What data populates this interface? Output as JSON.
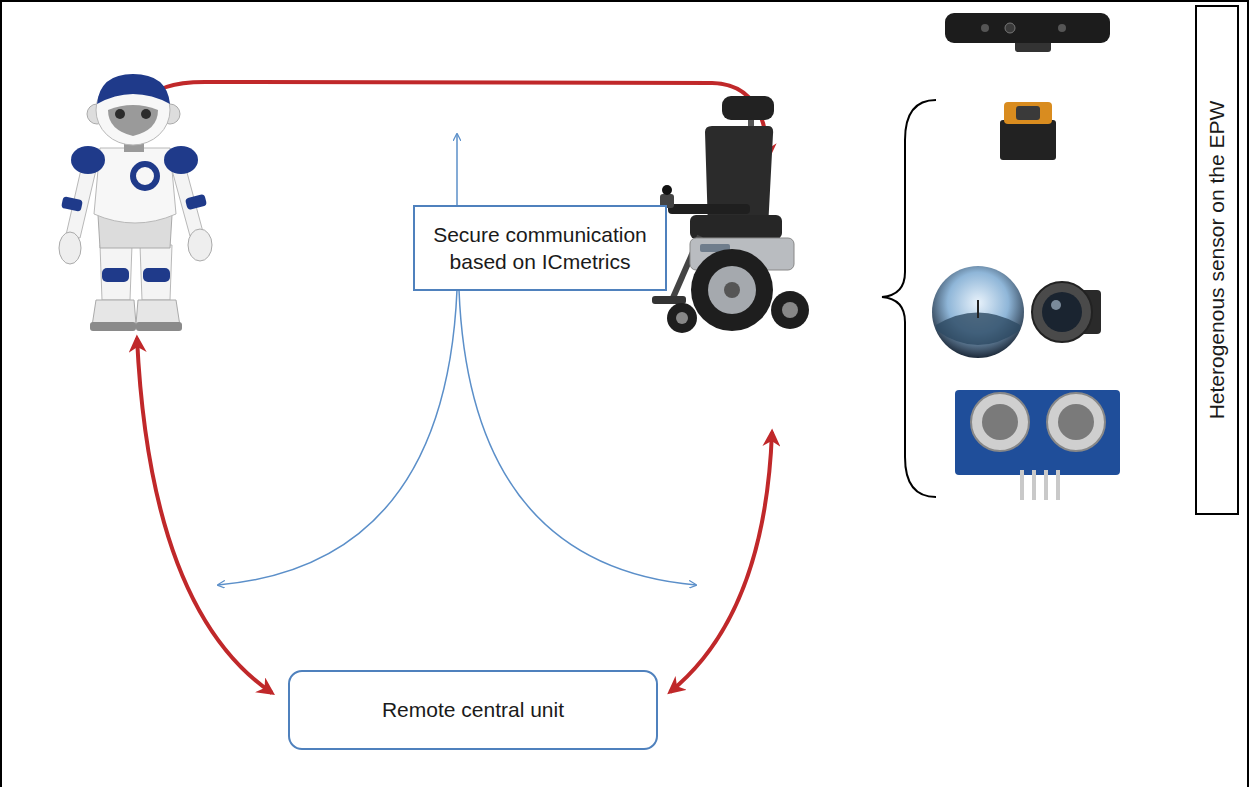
{
  "diagram": {
    "nodes": [
      {
        "text": [
          "Secure communication based on ICmetrics"
        ]
      },
      {
        "text": [
          "Heterogenous sensor on the EPW"
        ]
      },
      {
        "text": [
          "Remote central unit"
        ]
      }
    ]
  }
}
